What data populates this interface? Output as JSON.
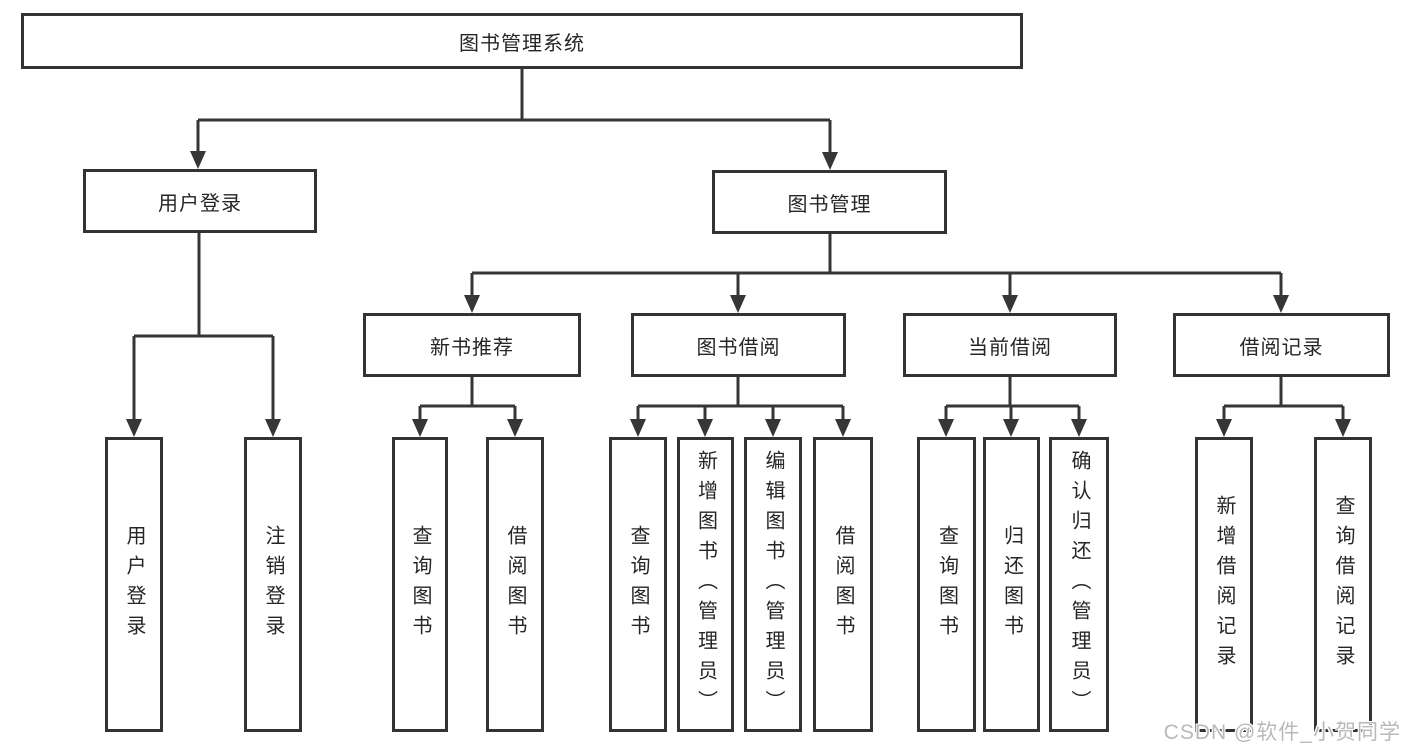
{
  "diagram": {
    "type": "tree",
    "root": {
      "label": "图书管理系统",
      "children": [
        {
          "label": "用户登录",
          "children": [
            {
              "label": "用户登录"
            },
            {
              "label": "注销登录"
            }
          ]
        },
        {
          "label": "图书管理",
          "children": [
            {
              "label": "新书推荐",
              "children": [
                {
                  "label": "查询图书"
                },
                {
                  "label": "借阅图书"
                }
              ]
            },
            {
              "label": "图书借阅",
              "children": [
                {
                  "label": "查询图书"
                },
                {
                  "label": "新增图书（管理员）"
                },
                {
                  "label": "编辑图书（管理员）"
                },
                {
                  "label": "借阅图书"
                }
              ]
            },
            {
              "label": "当前借阅",
              "children": [
                {
                  "label": "查询图书"
                },
                {
                  "label": "归还图书"
                },
                {
                  "label": "确认归还（管理员）"
                }
              ]
            },
            {
              "label": "借阅记录",
              "children": [
                {
                  "label": "新增借阅记录"
                },
                {
                  "label": "查询借阅记录"
                }
              ]
            }
          ]
        }
      ]
    }
  },
  "watermark": {
    "text": "CSDN @软件_小贺同学"
  },
  "colors": {
    "line": "#363636",
    "border": "#333333",
    "text": "#262626",
    "watermark": "#b9b9b9",
    "background": "#ffffff"
  }
}
